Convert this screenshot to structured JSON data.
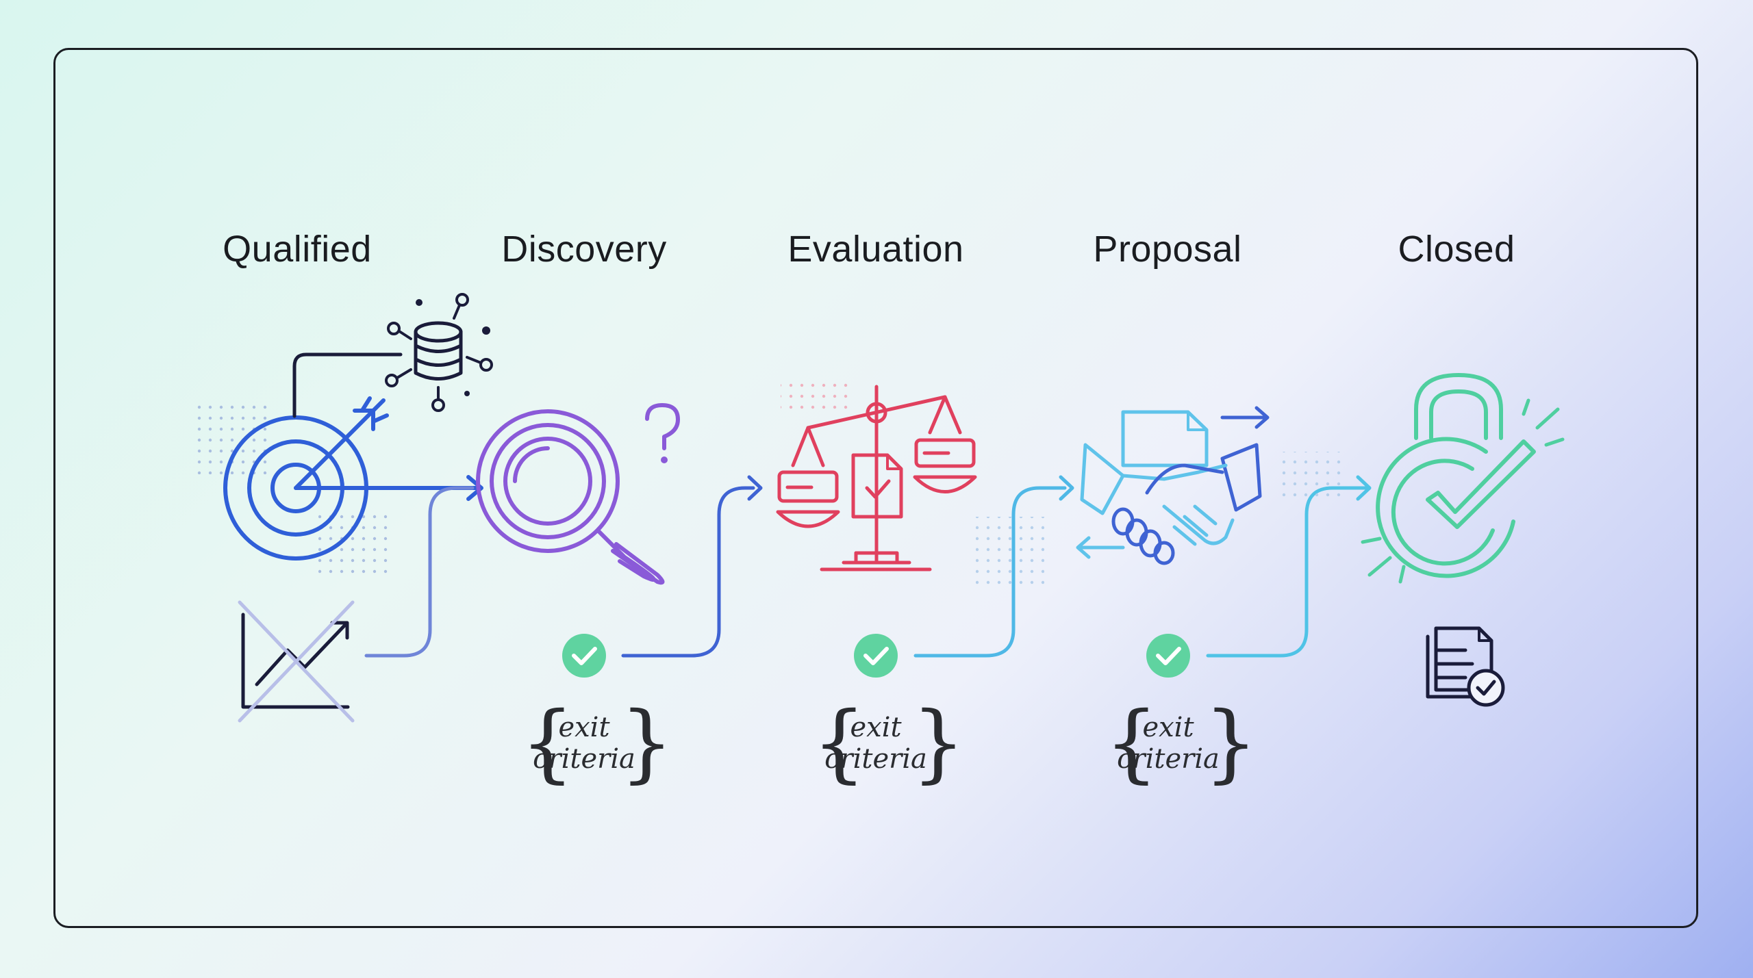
{
  "stages": [
    {
      "label": "Qualified",
      "icon": "target-icon"
    },
    {
      "label": "Discovery",
      "icon": "magnifier-icon"
    },
    {
      "label": "Evaluation",
      "icon": "scale-icon"
    },
    {
      "label": "Proposal",
      "icon": "handshake-icon"
    },
    {
      "label": "Closed",
      "icon": "lock-check-icon"
    }
  ],
  "gates": [
    {
      "line1": "exit",
      "line2": "criteria"
    },
    {
      "line1": "exit",
      "line2": "criteria"
    },
    {
      "line1": "exit",
      "line2": "criteria"
    }
  ],
  "colors": {
    "qualified": "#2f5fd8",
    "discovery": "#8a5ad8",
    "evaluation": "#e0405e",
    "proposal": "#3aa6e6",
    "closed": "#4fcf9f",
    "check": "#5fd3a0",
    "dark": "#1a1c3a"
  }
}
